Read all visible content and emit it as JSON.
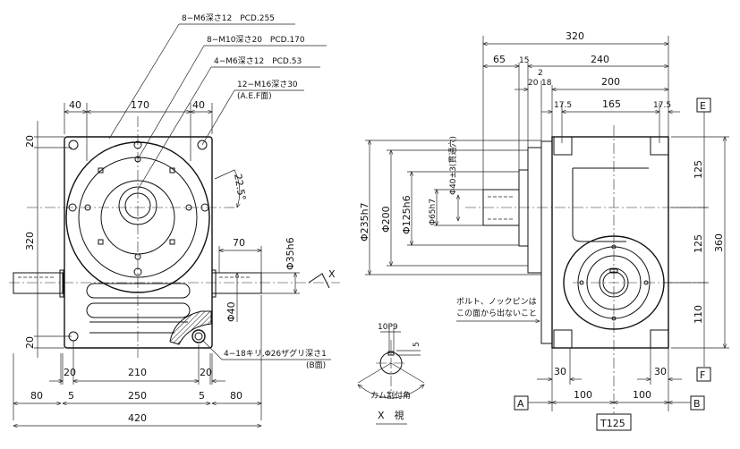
{
  "drawing": {
    "model": "T125",
    "callouts": {
      "holes_pcd255": "8−M6深さ12　PCD.255",
      "holes_pcd170": "8−M10深さ20　PCD.170",
      "holes_pcd53": "4−M6深さ12　PCD.53",
      "holes_m16": "12−M16深さ30",
      "holes_m16_faces": "(A.E.F面)",
      "holes_b_face": "4−18キリ,Φ26ザグリ深さ1",
      "holes_b_face_sub": "(B面)",
      "bolt_note_line1": "ボルト、ノックピンは",
      "bolt_note_line2": "この面から出ないこと",
      "through_hole": "Φ40±3(貫通穴)"
    },
    "front_view": {
      "dims": {
        "top_left_40": "40",
        "top_170": "170",
        "top_right_40": "40",
        "left_20_top": "20",
        "left_320": "320",
        "left_20_bottom": "20",
        "angle": "22.5°",
        "shaft_70": "70",
        "shaft_dia_35h6": "Φ35h6",
        "shaft_dia_40": "Φ40",
        "bottom_20_left": "20",
        "bottom_210": "210",
        "bottom_20_right": "20",
        "bottom_80_left": "80",
        "bottom_5_left": "5",
        "bottom_250": "250",
        "bottom_5_right": "5",
        "bottom_80_right": "80",
        "overall_420": "420"
      },
      "view_marker": "X"
    },
    "x_view": {
      "key_width": "10P9",
      "key_depth": "5",
      "cam_angle": "カム割付角",
      "title": "X　視"
    },
    "side_view": {
      "dims": {
        "overall_320": "320",
        "d65": "65",
        "d15": "15",
        "d240": "240",
        "d2": "2",
        "d20": "20",
        "d18": "18",
        "d200": "200",
        "d17_5_left": "17.5",
        "d165": "165",
        "d17_5_right": "17.5",
        "dia_235h7": "Φ235h7",
        "dia_200": "Φ200",
        "dia_125h6": "Φ125h6",
        "dia_65h7": "Φ65h7",
        "v125_top": "125",
        "v125_mid": "125",
        "v110": "110",
        "v360": "360",
        "b30_left": "30",
        "b30_right": "30",
        "b100_left": "100",
        "b100_right": "100"
      },
      "face_labels": {
        "e": "E",
        "f": "F",
        "a": "A",
        "b": "B"
      }
    }
  }
}
